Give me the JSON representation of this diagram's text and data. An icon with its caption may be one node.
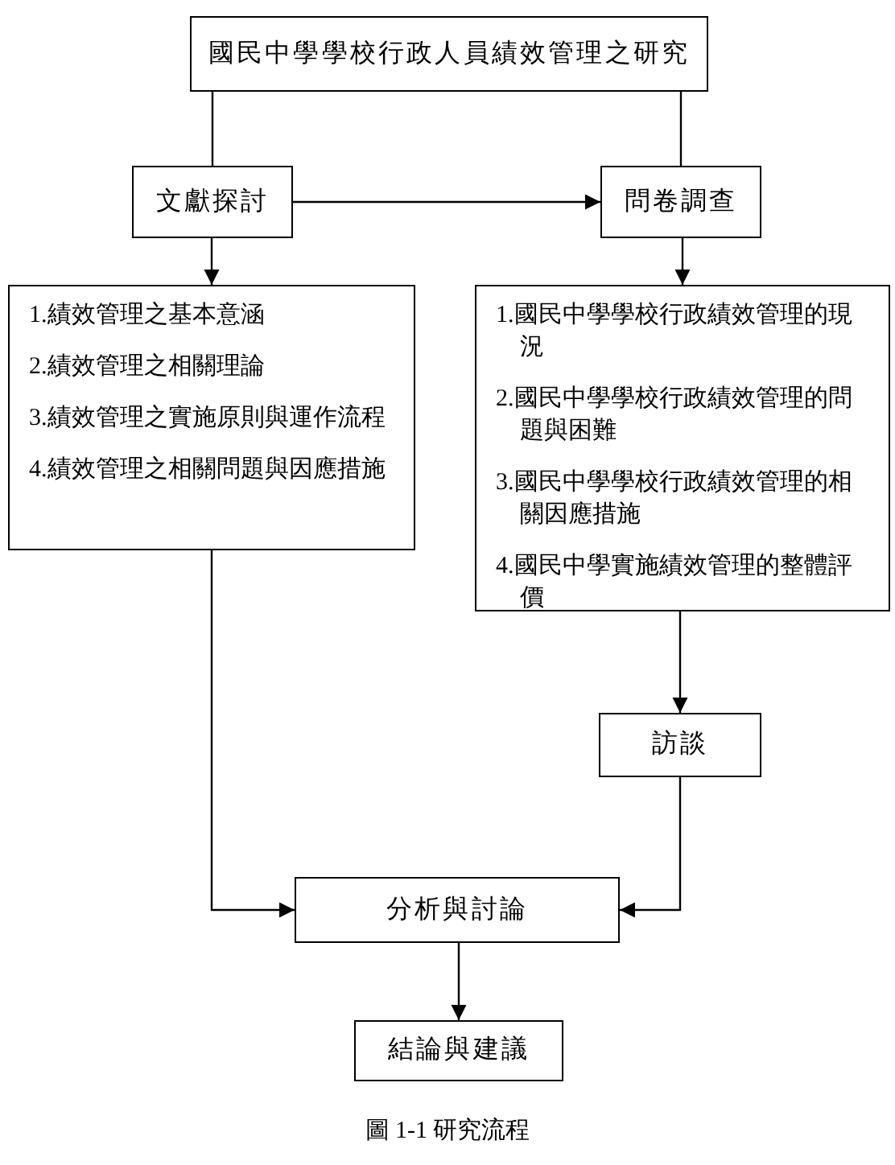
{
  "diagram": {
    "caption": "圖 1-1 研究流程",
    "nodes": [
      {
        "text": [
          "國民中學學校行政人員績效管理之研究"
        ]
      },
      {
        "text": [
          "文獻探討"
        ]
      },
      {
        "text": [
          "問卷調查"
        ]
      },
      {
        "text": [
          "1.績效管理之基本意涵",
          "2.績效管理之相關理論",
          "3.績效管理之實施原則與運作流程",
          "4.績效管理之相關問題與因應措施"
        ]
      },
      {
        "text": [
          "1.國民中學學校行政績效管理的現況",
          "2.國民中學學校行政績效管理的問題與困難",
          "3.國民中學學校行政績效管理的相關因應措施",
          "4.國民中學實施績效管理的整體評價"
        ]
      },
      {
        "text": [
          "訪談"
        ]
      },
      {
        "text": [
          "分析與討論"
        ]
      },
      {
        "text": [
          "結論與建議"
        ]
      }
    ],
    "edges": [
      {
        "from": 0,
        "to": 1,
        "arrow": "none"
      },
      {
        "from": 0,
        "to": 2,
        "arrow": "none"
      },
      {
        "from": 1,
        "to": 2,
        "arrow": "to"
      },
      {
        "from": 1,
        "to": 3,
        "arrow": "to"
      },
      {
        "from": 2,
        "to": 4,
        "arrow": "to"
      },
      {
        "from": 4,
        "to": 5,
        "arrow": "to"
      },
      {
        "from": 3,
        "to": 6,
        "arrow": "to"
      },
      {
        "from": 5,
        "to": 6,
        "arrow": "to"
      },
      {
        "from": 6,
        "to": 7,
        "arrow": "to"
      }
    ]
  }
}
